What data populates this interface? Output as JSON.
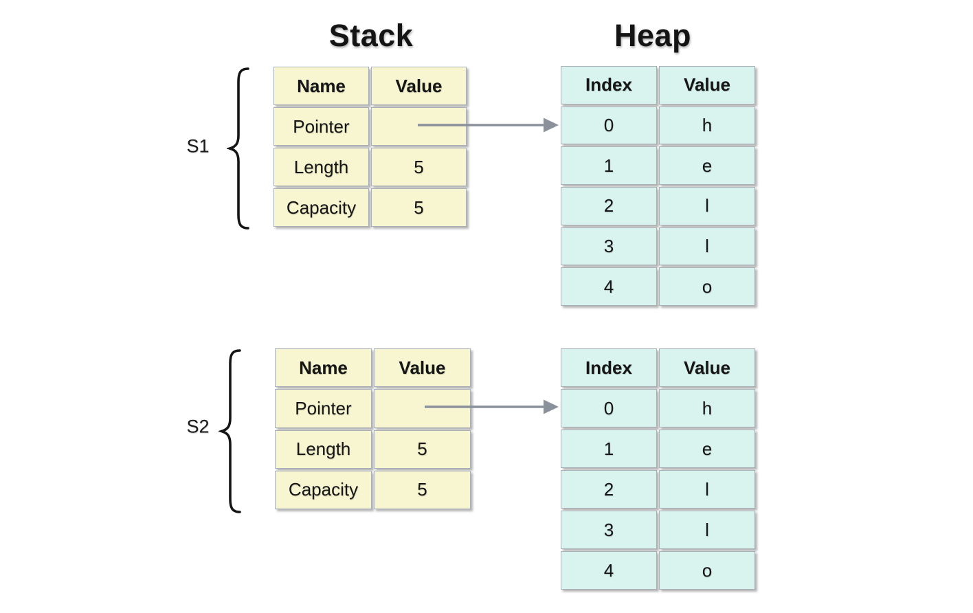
{
  "titles": {
    "stack": "Stack",
    "heap": "Heap"
  },
  "icons": {
    "pointer_arrow": "arrow-right",
    "group_brace": "curly-brace-left"
  },
  "colors": {
    "stack_cell": "#f8f6d0",
    "heap_cell": "#d9f4ee",
    "cell_border": "#a9b0b8",
    "arrow": "#8b919b",
    "brace": "#151515",
    "text": "#161616",
    "background": "#ffffff"
  },
  "groups": [
    {
      "label": "S1",
      "stack_table": {
        "headers": [
          "Name",
          "Value"
        ],
        "rows": [
          [
            "Pointer",
            ""
          ],
          [
            "Length",
            "5"
          ],
          [
            "Capacity",
            "5"
          ]
        ]
      },
      "heap_table": {
        "headers": [
          "Index",
          "Value"
        ],
        "rows": [
          [
            "0",
            "h"
          ],
          [
            "1",
            "e"
          ],
          [
            "2",
            "l"
          ],
          [
            "3",
            "l"
          ],
          [
            "4",
            "o"
          ]
        ]
      }
    },
    {
      "label": "S2",
      "stack_table": {
        "headers": [
          "Name",
          "Value"
        ],
        "rows": [
          [
            "Pointer",
            ""
          ],
          [
            "Length",
            "5"
          ],
          [
            "Capacity",
            "5"
          ]
        ]
      },
      "heap_table": {
        "headers": [
          "Index",
          "Value"
        ],
        "rows": [
          [
            "0",
            "h"
          ],
          [
            "1",
            "e"
          ],
          [
            "2",
            "l"
          ],
          [
            "3",
            "l"
          ],
          [
            "4",
            "o"
          ]
        ]
      }
    }
  ]
}
